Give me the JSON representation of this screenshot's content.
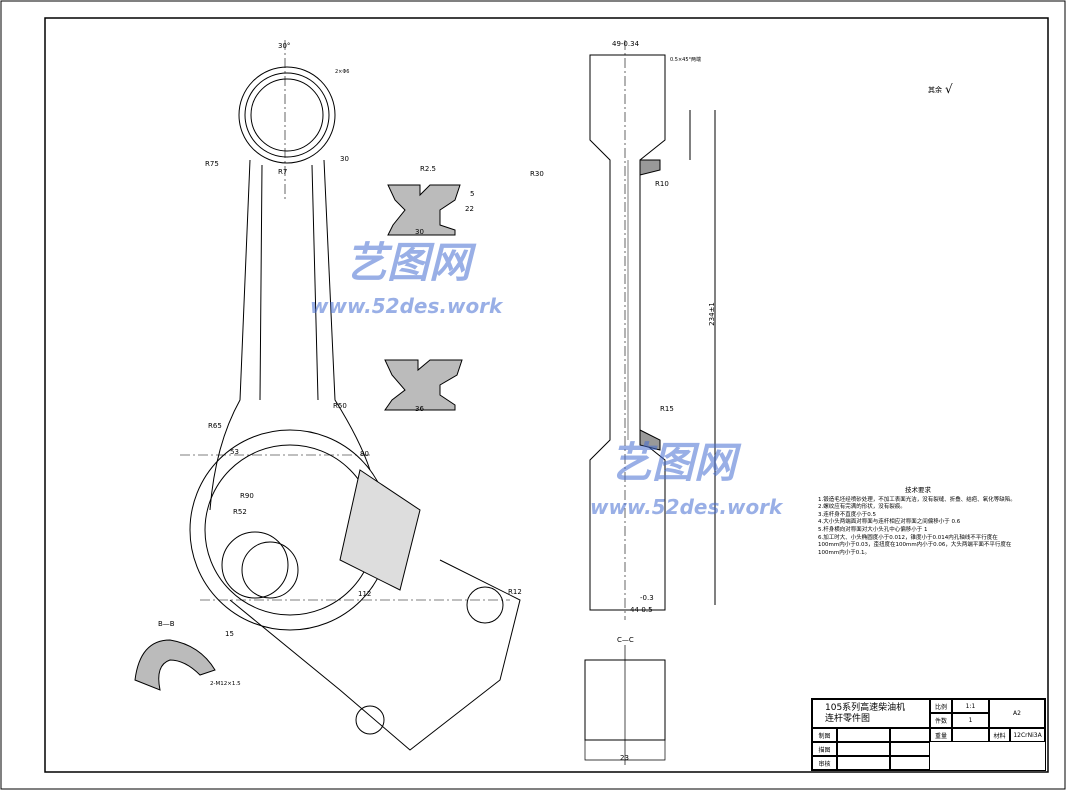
{
  "title_block": {
    "title_line1": "105系列高速柴油机",
    "title_line2": "连杆零件图",
    "scale_label": "比例",
    "scale": "1:1",
    "qty_label": "件数",
    "qty": "1",
    "sheet": "A2",
    "weight_label": "重量",
    "material_label": "材料",
    "material": "12CrNi3A",
    "drawn": "制图",
    "traced": "描图",
    "checked": "审核"
  },
  "requirements": {
    "heading": "技术要求",
    "items": [
      "1.锻造毛坯经喷砂处理，不加工表面光洁，没有裂缝、折叠、结疤、氧化等缺陷。",
      "2.螺纹应有完满的形状，没有裂痕。",
      "3.连杆身不直度小于0.5",
      "4.大小头两端面对称面与连杆相应对称面之间偏移小于 0.6",
      "5.杆身横向对称面对大小头孔中心偏移小于 1",
      "6.加工时大、小头椭圆度小于0.012，锥度小于0.014内孔轴线不平行度在100mm内小于0.03，歪扭度在100mm内小于0.06，大头两端平面不平行度在100mm内小于0.1。"
    ]
  },
  "surface_note": "其余",
  "dims": {
    "angle": "30°",
    "holes": "2×Φ6",
    "r75": "R75",
    "d30": "30",
    "r7": "R7",
    "r25": "R2.5",
    "s5": "5",
    "s22": "22",
    "w30": "30",
    "w36": "36",
    "r65": "R65",
    "r50": "R50",
    "d53": "53",
    "r52": "R52",
    "r90": "R90",
    "d80": "80",
    "d112": "112",
    "r12": "R12",
    "d15": "15",
    "w49": "49-0.34",
    "len": "234±1",
    "w44": "44-0.5",
    "m03": "-0.3",
    "r10": "R10",
    "r15": "R15",
    "r30": "R30",
    "d23": "23",
    "thread": "2-M12×1.5",
    "chamfer": "0.5×45°两端"
  },
  "sections": {
    "bb": "B—B",
    "cc": "C—C"
  },
  "watermark": {
    "name": "艺图网",
    "url": "www.52des.work"
  }
}
